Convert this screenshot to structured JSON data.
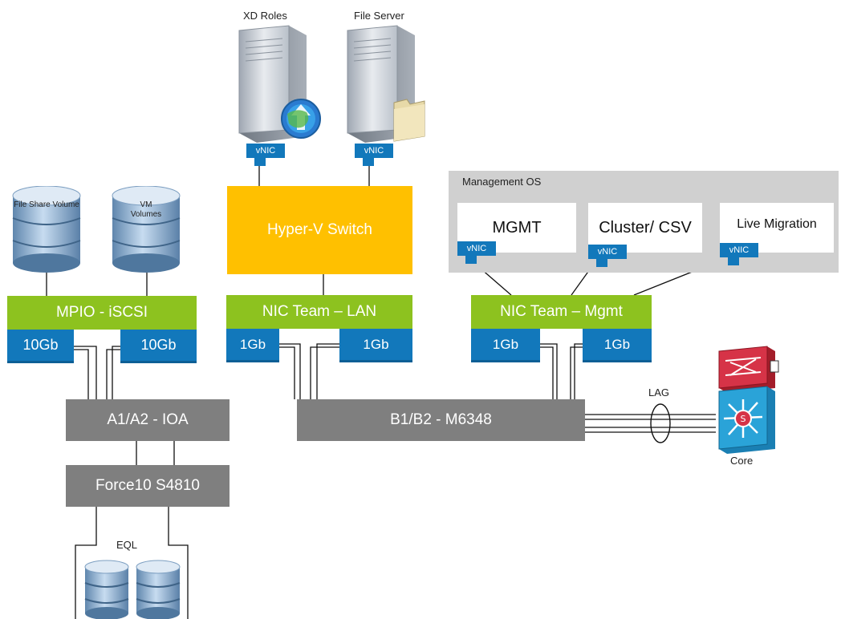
{
  "servers": {
    "xd_roles": "XD Roles",
    "file_server": "File Server"
  },
  "vnic_label": "vNIC",
  "hyperv_switch": "Hyper-V Switch",
  "management_os": {
    "title": "Management OS",
    "mgmt": "MGMT",
    "cluster": "Cluster/ CSV",
    "live_migration": "Live Migration"
  },
  "storage": {
    "file_share": "File Share Volume",
    "vm_volumes": "VM Volumes",
    "eql": "EQL"
  },
  "mpio": {
    "title": "MPIO - iSCSI",
    "nic_left": "10Gb",
    "nic_right": "10Gb"
  },
  "team_lan": {
    "title": "NIC Team – LAN",
    "nic_left": "1Gb",
    "nic_right": "1Gb"
  },
  "team_mgmt": {
    "title": "NIC Team – Mgmt",
    "nic_left": "1Gb",
    "nic_right": "1Gb"
  },
  "switches": {
    "ioa": "A1/A2 - IOA",
    "m6348": "B1/B2 - M6348",
    "force10": "Force10 S4810",
    "lag": "LAG",
    "core": "Core"
  }
}
